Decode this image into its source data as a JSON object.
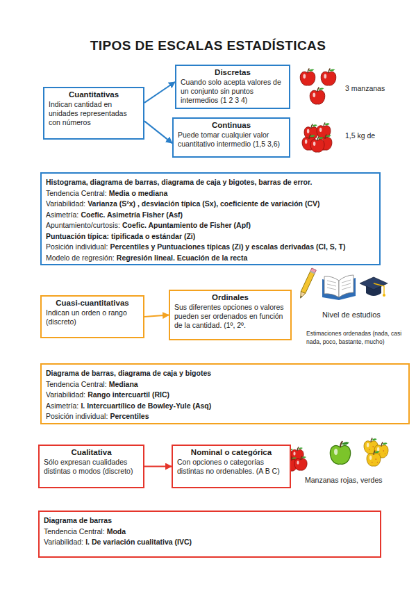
{
  "diagram": {
    "title": "TIPOS DE ESCALAS ESTADÍSTICAS",
    "nodes": [
      {
        "text": [
          "Cuantitativas",
          "Indican cantidad en unidades representadas con números"
        ]
      },
      {
        "text": [
          "Discretas",
          "Cuando solo acepta valores de un conjunto sin puntos intermedios (1 2 3 4)"
        ]
      },
      {
        "text": [
          "Continuas",
          "Puede tomar cualquier valor cuantitativo intermedio (1,5 3,6)"
        ]
      },
      {
        "text": [
          "Histograma, diagrama de barras, diagrama de caja y bigotes, barras de error.",
          "Tendencia Central:",
          "Media o mediana",
          "Variabilidad:",
          "Varianza (S²x) , desviación típica (Sx), coeficiente de variación (CV)",
          "Asimetría:",
          "Coefic. Asimetría Fisher (Asf)",
          "Apuntamiento/curtosis:",
          "Coefic. Apuntamiento de Fisher (Apf)",
          "Puntuación típica: tipificada o estándar (Zi)",
          "Posición individual:",
          "Percentiles y Puntuaciones típicas (Zi) y escalas derivadas (CI, S, T)",
          "Modelo de regresión:",
          "Regresión lineal. Ecuación de la recta"
        ]
      },
      {
        "text": [
          "Cuasi-cuantitativas",
          "Indican un orden o rango (discreto)"
        ]
      },
      {
        "text": [
          "Ordinales",
          "Sus diferentes opciones o valores pueden ser ordenados en función de la cantidad. (1º, 2º."
        ]
      },
      {
        "text": [
          "Diagrama de barras, diagrama de caja y bigotes",
          "Tendencia Central:",
          "Mediana",
          "Variabilidad:",
          "Rango intercuartil (RIC)",
          "Asimetría:",
          "I. Intercuartílico de Bowley-Yule (Asq)",
          "Posición individual:",
          "Percentiles"
        ]
      },
      {
        "text": [
          "Cualitativa",
          "Sólo expresan cualidades distintas o modos (discreto)"
        ]
      },
      {
        "text": [
          "Nominal o categórica",
          "Con opciones o categorías distintas no ordenables. (A B C)"
        ]
      },
      {
        "text": [
          "Diagrama de barras",
          "Tendencia Central:",
          "Moda",
          "Variabilidad:",
          "I. De variación cualitativa (IVC)"
        ]
      }
    ],
    "edges": [
      {
        "from": 0,
        "to": 1,
        "arrow": "to"
      },
      {
        "from": 0,
        "to": 2,
        "arrow": "to"
      },
      {
        "from": 4,
        "to": 5,
        "arrow": "to"
      },
      {
        "from": 7,
        "to": 8,
        "arrow": "to"
      }
    ],
    "labels": [
      "3 manzanas",
      "1,5 kg de",
      "Nivel de estudios",
      "Estimaciones ordenadas (nada, casi nada, poco, bastante, mucho)",
      "Manzanas rojas, verdes"
    ]
  }
}
